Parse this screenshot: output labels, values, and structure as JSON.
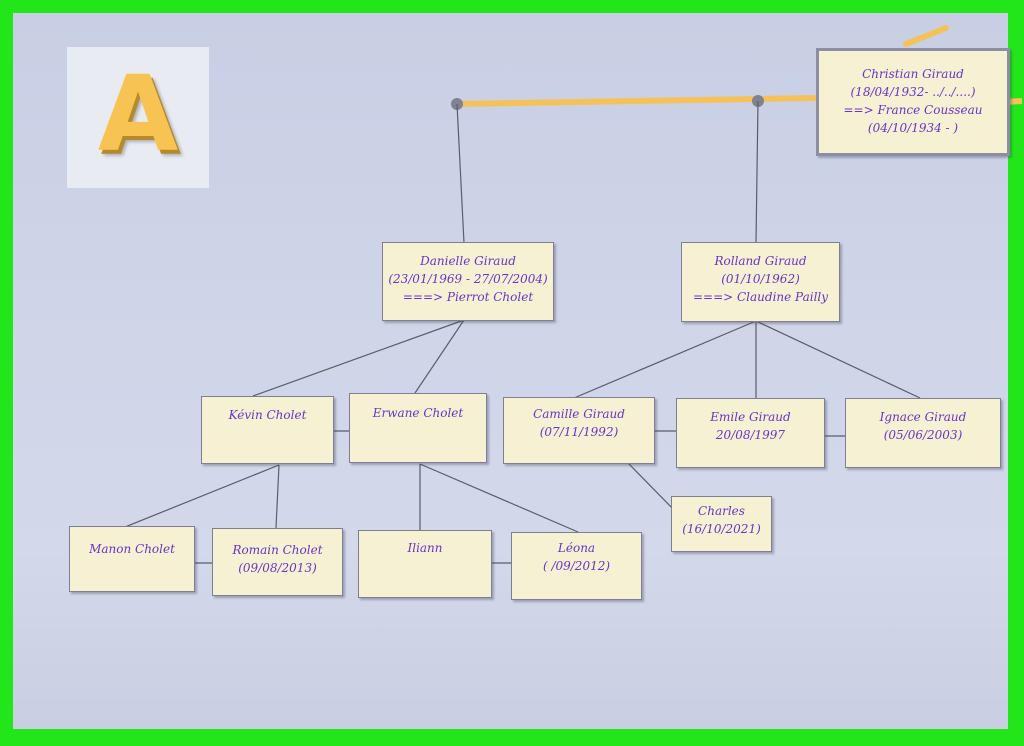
{
  "logo": {
    "letter": "A"
  },
  "people": {
    "christian": {
      "line1": "Christian Giraud",
      "line2": "(18/04/1932- ../../....)",
      "line3": "==> France Cousseau",
      "line4": "(04/10/1934 -  )"
    },
    "danielle": {
      "line1": "Danielle Giraud",
      "line2": "(23/01/1969 - 27/07/2004)",
      "line3": "===> Pierrot Cholet"
    },
    "rolland": {
      "line1": "Rolland Giraud",
      "line2": "(01/10/1962)",
      "line3": "===> Claudine Pailly"
    },
    "kevin": {
      "line1": "Kévin Cholet"
    },
    "erwane": {
      "line1": "Erwane Cholet"
    },
    "camille": {
      "line1": "Camille Giraud",
      "line2": "(07/11/1992)"
    },
    "emile": {
      "line1": "Emile Giraud",
      "line2": "20/08/1997"
    },
    "ignace": {
      "line1": "Ignace Giraud",
      "line2": "(05/06/2003)"
    },
    "charles": {
      "line1": "Charles",
      "line2": "(16/10/2021)"
    },
    "manon": {
      "line1": "Manon Cholet"
    },
    "romain": {
      "line1": "Romain Cholet",
      "line2": "(09/08/2013)"
    },
    "iliann": {
      "line1": "Iliann"
    },
    "leona": {
      "line1": "Léona",
      "line2": "(  /09/2012)"
    }
  },
  "colors": {
    "frame": "#22e61a",
    "box_fill": "#f5f1d2",
    "text": "#6a34c8",
    "marriage_line": "#f5c25a",
    "logo": "#f7c453"
  }
}
